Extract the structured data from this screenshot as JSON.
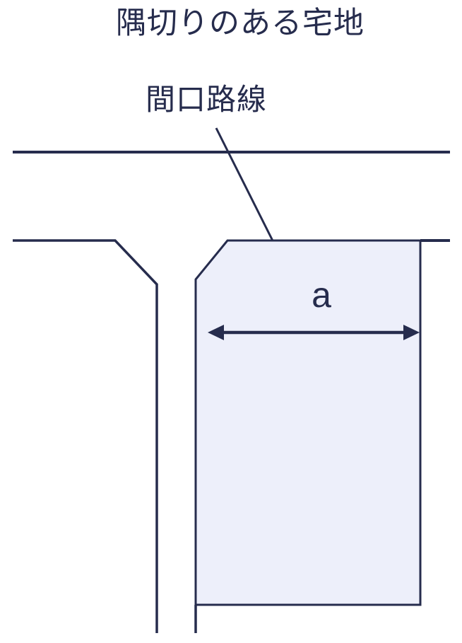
{
  "page": {
    "background": "#ffffff"
  },
  "title": {
    "text": "隅切りのある宅地"
  },
  "diagram": {
    "frontage_label": "間口路線",
    "width_label": "a",
    "colors": {
      "line": "#262c4d",
      "text": "#262c4d",
      "plot_fill": "#edeffa",
      "background": "#ffffff"
    }
  }
}
